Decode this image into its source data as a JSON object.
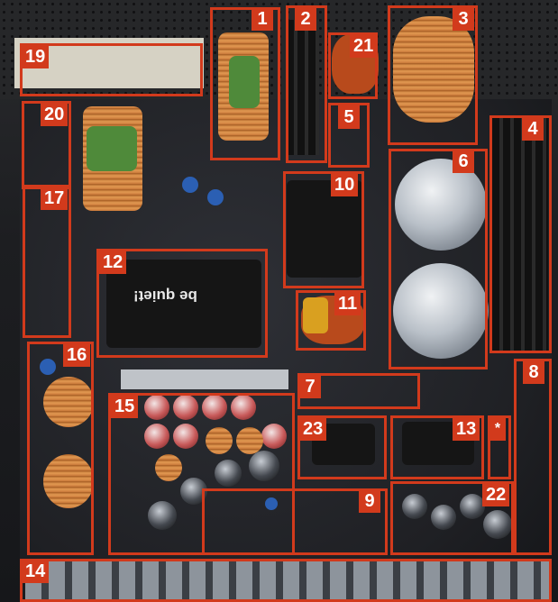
{
  "photo": {
    "transformer_brand_text": "be quiet!",
    "frame_color": "#d23a1c",
    "label_text_color": "#ffffff"
  },
  "callouts": [
    {
      "id": "1"
    },
    {
      "id": "2"
    },
    {
      "id": "3"
    },
    {
      "id": "4"
    },
    {
      "id": "5"
    },
    {
      "id": "6"
    },
    {
      "id": "7"
    },
    {
      "id": "8"
    },
    {
      "id": "9"
    },
    {
      "id": "10"
    },
    {
      "id": "11"
    },
    {
      "id": "12"
    },
    {
      "id": "13"
    },
    {
      "id": "*"
    },
    {
      "id": "14"
    },
    {
      "id": "15"
    },
    {
      "id": "16"
    },
    {
      "id": "17"
    },
    {
      "id": "19"
    },
    {
      "id": "20"
    },
    {
      "id": "21"
    },
    {
      "id": "22"
    },
    {
      "id": "23"
    }
  ]
}
